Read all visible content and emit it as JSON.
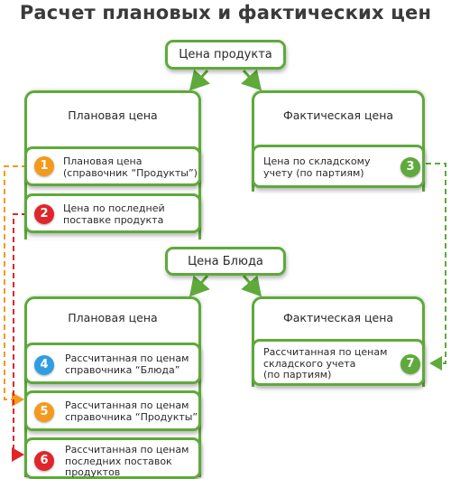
{
  "title": "Расчет плановых и фактических цен",
  "product_price": {
    "root": "Цена продукта",
    "planned": {
      "heading": "Плановая цена",
      "items": [
        {
          "number": "1",
          "label_line1": "Плановая цена",
          "label_line2": "(справочник “Продукты”)"
        },
        {
          "number": "2",
          "label_line1": "Цена по последней",
          "label_line2": "поставке продукта"
        }
      ]
    },
    "actual": {
      "heading": "Фактическая цена",
      "items": [
        {
          "number": "3",
          "label_line1": "Цена по складскому",
          "label_line2": "учету (по партиям)"
        }
      ]
    }
  },
  "dish_price": {
    "root": "Цена Блюда",
    "planned": {
      "heading": "Плановая цена",
      "items": [
        {
          "number": "4",
          "label_line1": "Рассчитанная по ценам",
          "label_line2": "справочника “Блюда”"
        },
        {
          "number": "5",
          "label_line1": "Рассчитанная по ценам",
          "label_line2": "справочника “Продукты”"
        },
        {
          "number": "6",
          "label_line1": "Рассчитанная по ценам",
          "label_line2": "последних поставок",
          "label_line3": "продуктов"
        }
      ]
    },
    "actual": {
      "heading": "Фактическая цена",
      "items": [
        {
          "number": "7",
          "label_line1": "Рассчитанная по ценам",
          "label_line2": "складского учета",
          "label_line3": "(по партиям)"
        }
      ]
    }
  },
  "colors": {
    "border": "#5eaa3a",
    "badge_1": "#f39a1d",
    "badge_2": "#e0262a",
    "badge_3": "#5eaa3a",
    "badge_4": "#2f9ee0",
    "badge_5": "#f39a1d",
    "badge_6": "#e0262a",
    "badge_7": "#5eaa3a"
  }
}
